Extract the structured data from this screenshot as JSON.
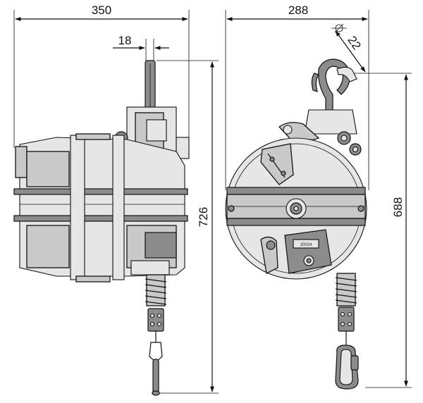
{
  "dimensions": {
    "overall_width_side": "350",
    "hook_width": "18",
    "overall_height_side": "726",
    "overall_width_front": "288",
    "hook_opening": "22",
    "overall_height_front": "688",
    "plate_code": "20024"
  }
}
